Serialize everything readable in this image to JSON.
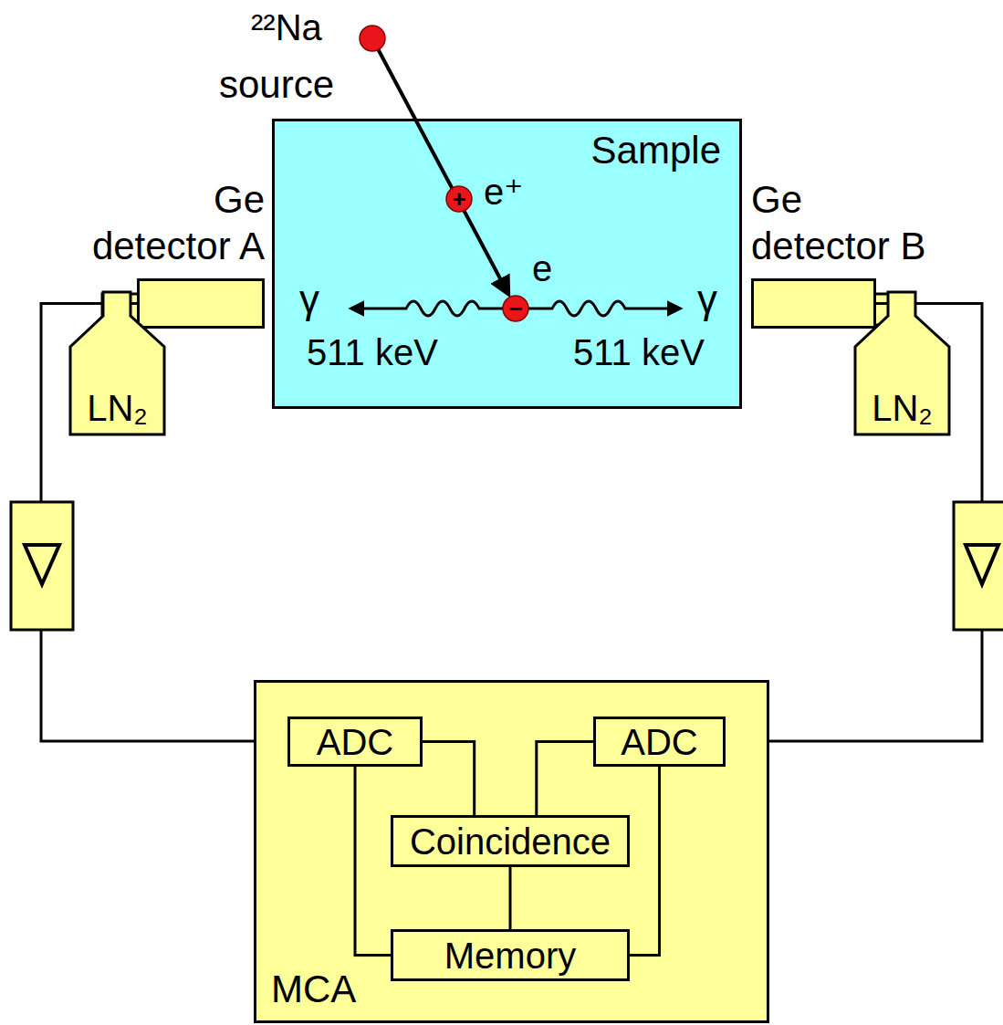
{
  "diagram": {
    "nodes": [
      {
        "text": [
          "Sample"
        ]
      },
      {
        "text": [
          "Ge detector A"
        ]
      },
      {
        "text": [
          "LN₂"
        ]
      },
      {
        "text": [
          "Ge detector B"
        ]
      },
      {
        "text": [
          "LN₂"
        ]
      },
      {
        "text": [
          "MCA"
        ]
      },
      {
        "text": [
          "ADC"
        ],
        "in": 5
      },
      {
        "text": [
          "ADC"
        ],
        "in": 5
      },
      {
        "text": [
          "Coincidence"
        ],
        "in": 5
      },
      {
        "text": [
          "Memory"
        ],
        "in": 5
      }
    ],
    "edges": [
      {
        "from": 1,
        "to": 5,
        "arrow": "none"
      },
      {
        "from": 3,
        "to": 5,
        "arrow": "none"
      },
      {
        "from": 6,
        "to": 8,
        "arrow": "none"
      },
      {
        "from": 7,
        "to": 8,
        "arrow": "none"
      },
      {
        "from": 8,
        "to": 9,
        "arrow": "none"
      },
      {
        "from": 6,
        "to": 9,
        "arrow": "none"
      },
      {
        "from": 7,
        "to": 9,
        "arrow": "none"
      }
    ],
    "labels": [
      "²²Na",
      "source",
      "e⁺",
      "+",
      "e",
      "−",
      "γ",
      "γ",
      "511 keV",
      "511 keV"
    ]
  }
}
